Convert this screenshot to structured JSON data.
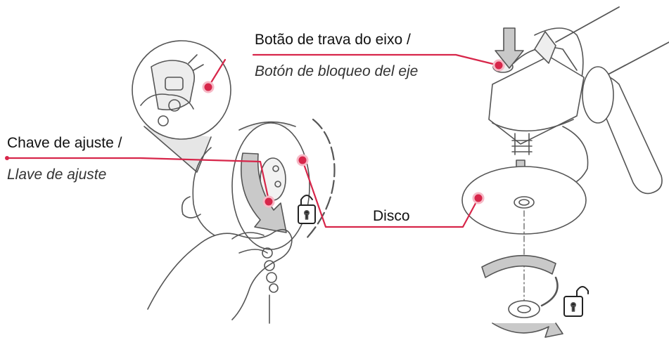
{
  "labels": {
    "spindle_lock_pt": "Botão de trava do eixo /",
    "spindle_lock_es": "Botón de bloqueo del eje",
    "wrench_pt": "Chave de ajuste /",
    "wrench_es": "Llave de ajuste",
    "disc": "Disco"
  },
  "colors": {
    "accent": "#d7264a",
    "line_art": "#555555",
    "shade": "#d9d9d9",
    "text": "#111111"
  },
  "icons": [
    "lock-icon",
    "unlock-icon",
    "down-arrow-icon",
    "rotation-arrow-icon"
  ]
}
